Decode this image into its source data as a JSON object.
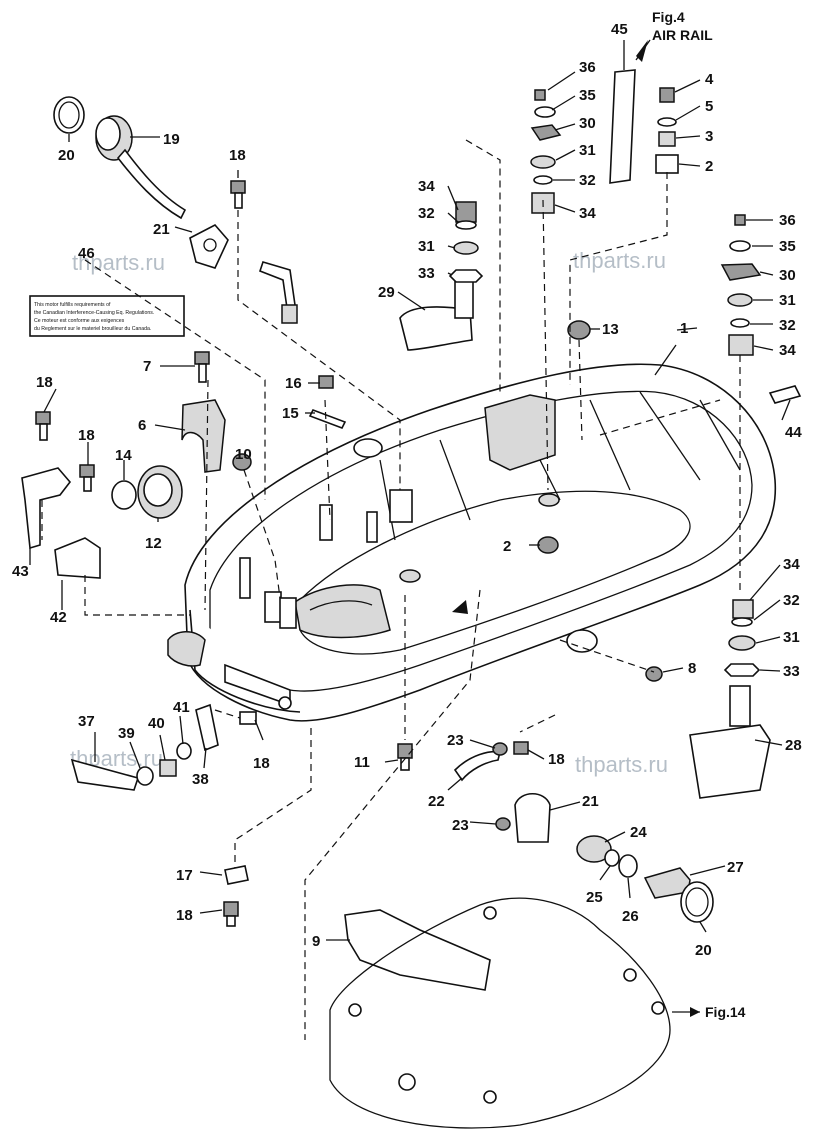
{
  "watermark": "thparts.ru",
  "figure_refs": {
    "air_rail": [
      "Fig.4",
      "AIR RAIL"
    ],
    "fig14": "Fig.14"
  },
  "label_sticker": {
    "lines": [
      "This motor fulfills requirements of",
      "the Canadian Interference-Causing Eq. Regulations.",
      "Ce moteur est conforme aux exigences",
      "du Reglement sur le materiel brouilleur du Canada."
    ]
  },
  "callouts": {
    "c1": "1",
    "c2a": "2",
    "c2b": "2",
    "c3": "3",
    "c4": "4",
    "c5": "5",
    "c6": "6",
    "c7": "7",
    "c8": "8",
    "c9": "9",
    "c10": "10",
    "c11": "11",
    "c12": "12",
    "c13": "13",
    "c14": "14",
    "c15": "15",
    "c16": "16",
    "c17": "17",
    "c18a": "18",
    "c18b": "18",
    "c18c": "18",
    "c18d": "18",
    "c18e": "18",
    "c18f": "18",
    "c19": "19",
    "c20a": "20",
    "c20b": "20",
    "c21a": "21",
    "c21b": "21",
    "c22": "22",
    "c23a": "23",
    "c23b": "23",
    "c24": "24",
    "c25": "25",
    "c26": "26",
    "c27": "27",
    "c28": "28",
    "c29": "29",
    "c30a": "30",
    "c30b": "30",
    "c31a": "31",
    "c31b": "31",
    "c31c": "31",
    "c31d": "31",
    "c32a": "32",
    "c32b": "32",
    "c32c": "32",
    "c32d": "32",
    "c33a": "33",
    "c33b": "33",
    "c34a": "34",
    "c34b": "34",
    "c34c": "34",
    "c35a": "35",
    "c35b": "35",
    "c36a": "36",
    "c36b": "36",
    "c37": "37",
    "c38": "38",
    "c39": "39",
    "c40": "40",
    "c41": "41",
    "c42": "42",
    "c43": "43",
    "c44": "44",
    "c45": "45",
    "c46": "46"
  }
}
